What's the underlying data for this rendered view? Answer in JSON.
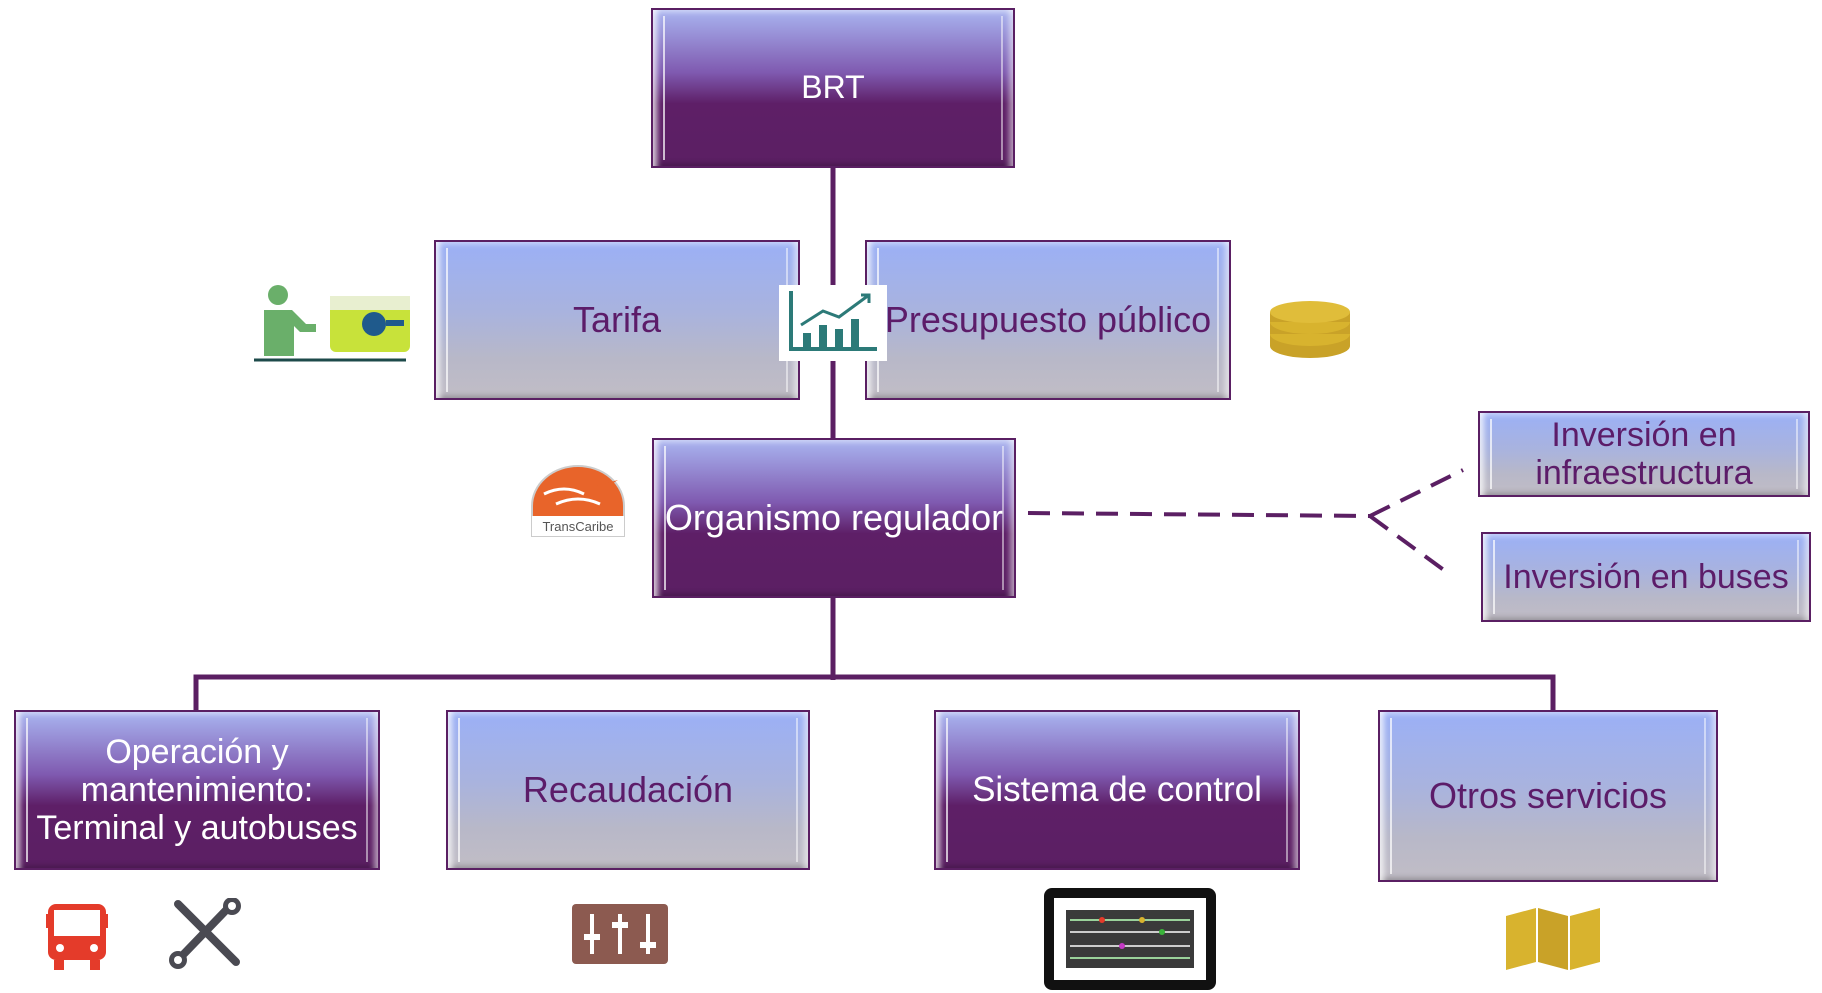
{
  "diagram": {
    "root": "BRT",
    "funding": {
      "left": "Tarifa",
      "right": "Presupuesto público"
    },
    "regulator": "Organismo regulador",
    "investments": [
      "Inversión en infraestructura",
      "Inversión en buses"
    ],
    "services": [
      "Operación y mantenimiento: Terminal y autobuses",
      "Recaudación",
      "Sistema de control",
      "Otros servicios"
    ],
    "logo_text": "TransCaribe"
  },
  "colors": {
    "connector": "#5b1f63",
    "node_dark": "#5b1f63",
    "node_light": "#a9b3de",
    "text_light_node": "#5c1c69",
    "bus_icon": "#e43b2a",
    "tools_icon": "#4a4a52",
    "coins_icon": "#d8b32e",
    "map_icon": "#d8b32e",
    "equalizer_icon": "#8c5a50",
    "chart_icon": "#2c7a78",
    "person_icon": "#6aaf6a",
    "card_icon": "#c8e23a",
    "logo_orange": "#e8642a"
  },
  "icons": [
    "person-card-icon",
    "chart-icon",
    "coins-icon",
    "transcaribe-logo",
    "bus-icon",
    "tools-icon",
    "equalizer-icon",
    "monitor-icon",
    "map-icon"
  ]
}
